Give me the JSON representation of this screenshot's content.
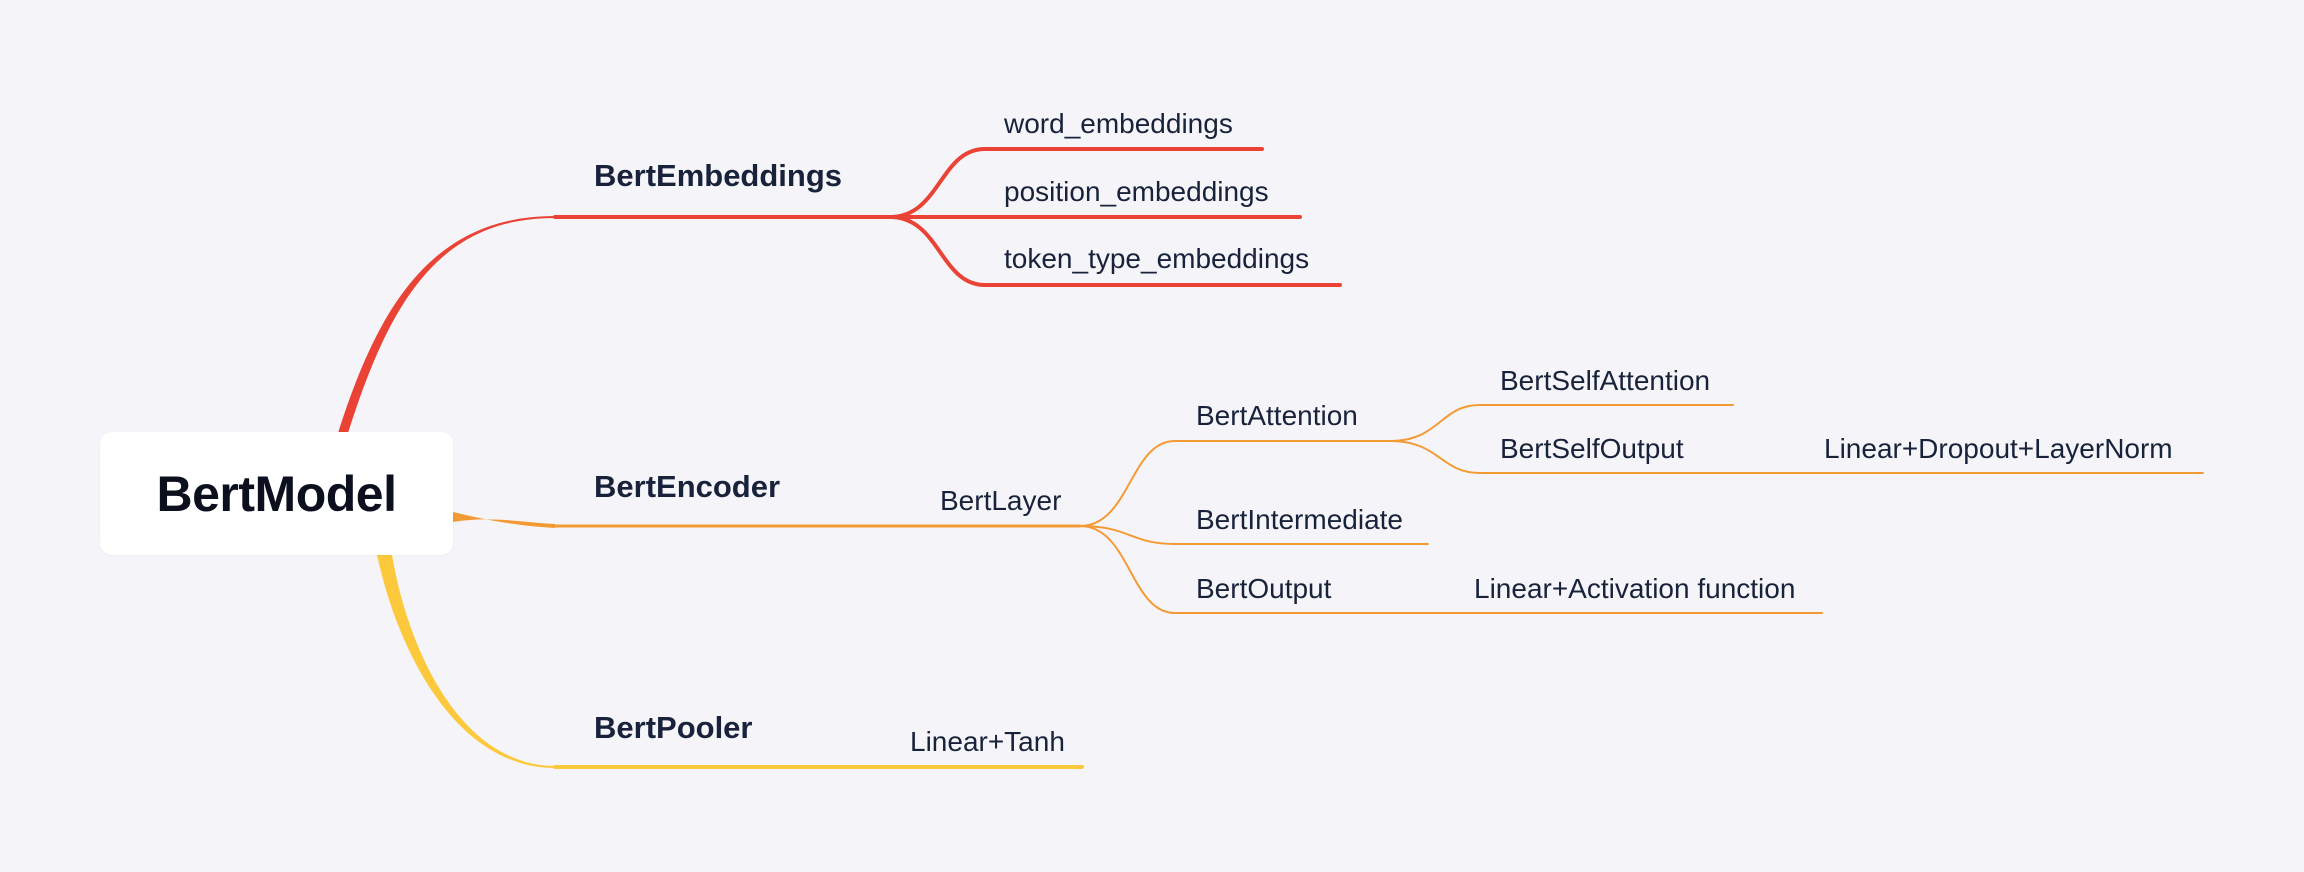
{
  "root": {
    "label": "BertModel"
  },
  "branches": {
    "embeddings": {
      "label": "BertEmbeddings",
      "color": "#ea4335",
      "children": [
        "word_embeddings",
        "position_embeddings",
        "token_type_embeddings"
      ]
    },
    "encoder": {
      "label": "BertEncoder",
      "color": "#f39a35",
      "layer": {
        "label": "BertLayer",
        "attention": {
          "label": "BertAttention",
          "self_attention": "BertSelfAttention",
          "self_output": "BertSelfOutput",
          "self_output_detail": "Linear+Dropout+LayerNorm"
        },
        "intermediate": "BertIntermediate",
        "output": {
          "label": "BertOutput",
          "detail": "Linear+Activation function"
        }
      }
    },
    "pooler": {
      "label": "BertPooler",
      "color": "#fbc93b",
      "detail": "Linear+Tanh"
    }
  }
}
